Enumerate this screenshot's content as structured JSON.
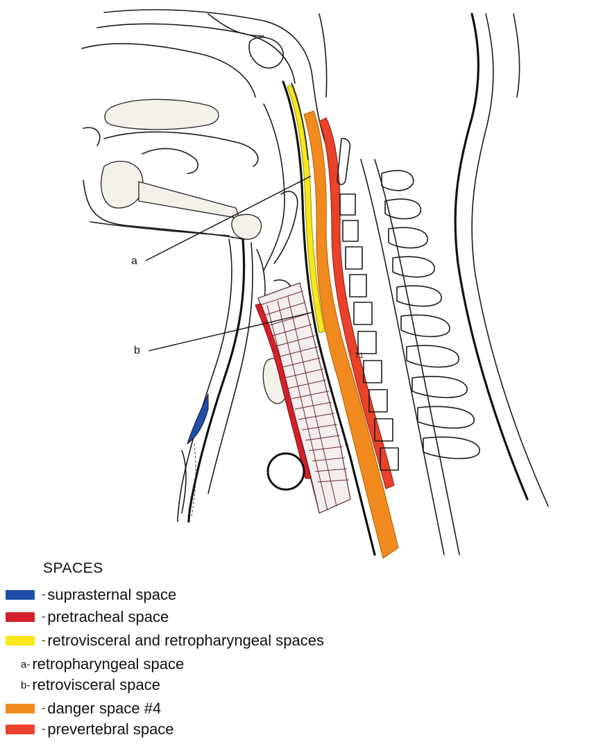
{
  "callouts": {
    "a": "a",
    "b": "b",
    "vertebra_label": "T1"
  },
  "legend": {
    "title": "SPACES",
    "items": [
      {
        "dash": "-",
        "label": "suprasternal space",
        "color": "#1f4fa8"
      },
      {
        "dash": "-",
        "label": "pretracheal space",
        "color": "#d4202a"
      },
      {
        "dash": "-",
        "label": "retrovisceral and retropharyngeal spaces",
        "color": "#f6e81a"
      },
      {
        "dash": "-",
        "label": "danger space #4",
        "color": "#f08a1e"
      },
      {
        "dash": "-",
        "label": "prevertebral space",
        "color": "#e9412a"
      }
    ],
    "sub_items": [
      {
        "letter": "a-",
        "label": "retropharyngeal space"
      },
      {
        "letter": "b-",
        "label": "retrovisceral space"
      }
    ]
  },
  "colors": {
    "suprasternal": "#1f4fa8",
    "pretracheal": "#d4202a",
    "retrovisceral": "#f6e81a",
    "danger": "#f08a1e",
    "prevertebral": "#e9412a",
    "outline": "#1a1a1a"
  }
}
